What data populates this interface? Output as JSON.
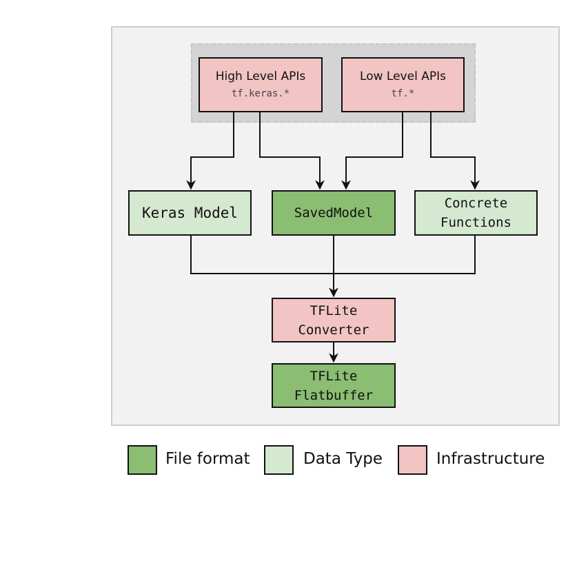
{
  "nodes": {
    "high_level": {
      "title": "High Level APIs",
      "subtitle": "tf.keras.*"
    },
    "low_level": {
      "title": "Low Level APIs",
      "subtitle": "tf.*"
    },
    "keras_model": {
      "label": "Keras Model"
    },
    "saved_model": {
      "label": "SavedModel"
    },
    "concrete_functions": {
      "line1": "Concrete",
      "line2": "Functions"
    },
    "tflite_converter": {
      "line1": "TFLite",
      "line2": "Converter"
    },
    "tflite_flatbuffer": {
      "line1": "TFLite",
      "line2": "Flatbuffer"
    }
  },
  "legend": [
    {
      "label": "File format",
      "color": "#8bbd72"
    },
    {
      "label": "Data Type",
      "color": "#d5e8d0"
    },
    {
      "label": "Infrastructure",
      "color": "#f2c4c4"
    }
  ],
  "colors": {
    "infrastructure": "#f2c4c4",
    "data_type": "#d5e8d0",
    "file_format": "#8bbd72",
    "panel": "#f2f2f2",
    "group": "#d4d4d4"
  }
}
